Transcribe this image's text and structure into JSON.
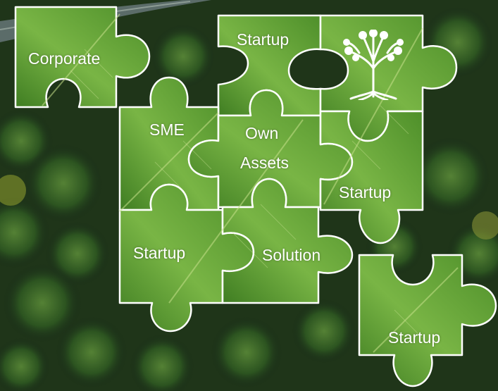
{
  "pieces": [
    {
      "label": "Corporate"
    },
    {
      "label": "Startup"
    },
    {
      "label": "SME"
    },
    {
      "label": "Own"
    },
    {
      "label": "Assets"
    },
    {
      "label": "Startup"
    },
    {
      "label": "Startup"
    },
    {
      "label": "Solution"
    },
    {
      "label": "Startup"
    }
  ],
  "logo_icon": "tree-icon",
  "colors": {
    "leaf_light": "#7fb84a",
    "leaf_mid": "#4f8f2a",
    "leaf_dark": "#2f6a1a",
    "forest": "#1c2f17",
    "outline": "#ffffff"
  }
}
